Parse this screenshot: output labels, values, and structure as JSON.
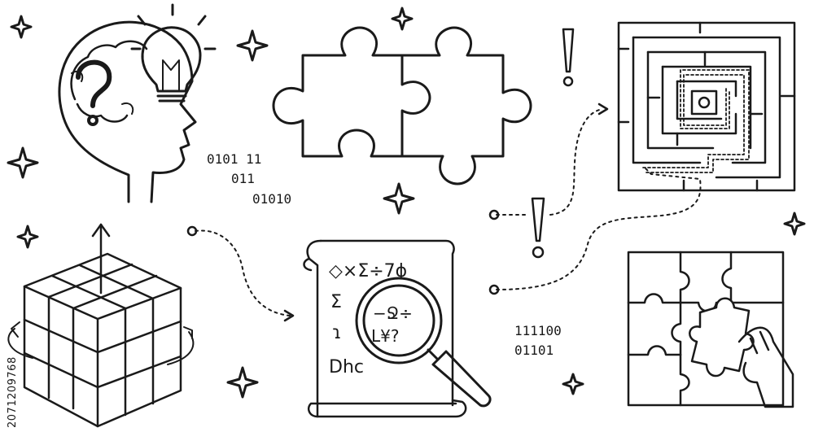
{
  "binary": {
    "top": [
      "0101 11",
      "011",
      "01010"
    ],
    "bottom": [
      "111100",
      "01101"
    ]
  },
  "formula": {
    "row1": "◇×Σ÷7ɸ",
    "row2_left": "Σ",
    "row3_left": "ɿ",
    "row4_left": "Dhc",
    "lens_row1": "−Ջ÷",
    "lens_row2": "L¥?"
  },
  "watermark": "2071209768",
  "colors": {
    "ink": "#1a1a1a",
    "background": "#ffffff"
  }
}
